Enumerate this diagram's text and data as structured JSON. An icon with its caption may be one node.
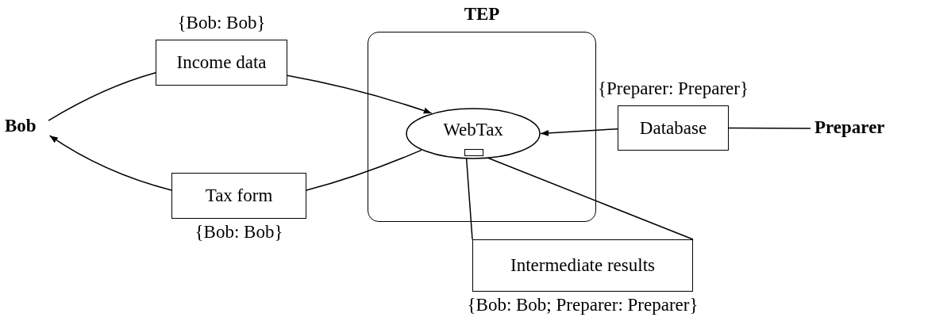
{
  "diagram": {
    "nodes": [
      {
        "text": [
          "Bob"
        ]
      },
      {
        "text": [
          "Income data"
        ],
        "beside": [
          "{Bob: Bob}"
        ]
      },
      {
        "text": [
          "TEP"
        ]
      },
      {
        "text": [
          "WebTax"
        ],
        "in": 2
      },
      {
        "text": [],
        "shape": "box",
        "in": 3
      },
      {
        "text": [
          "Database"
        ],
        "beside": [
          "{Preparer: Preparer}"
        ]
      },
      {
        "text": [
          "Preparer"
        ]
      },
      {
        "text": [
          "Tax form"
        ],
        "beside": [
          "{Bob: Bob}"
        ]
      },
      {
        "text": [
          "Intermediate results"
        ],
        "beside": [
          "{Bob: Bob; Preparer: Preparer}"
        ]
      }
    ],
    "edges": [
      {
        "from": 0,
        "to": 1,
        "arrow": "none"
      },
      {
        "from": 1,
        "to": 3,
        "arrow": "to"
      },
      {
        "from": 5,
        "to": 3,
        "arrow": "to"
      },
      {
        "from": 6,
        "to": 5,
        "arrow": "none"
      },
      {
        "from": 3,
        "to": 7,
        "arrow": "none"
      },
      {
        "from": 7,
        "to": 0,
        "arrow": "to"
      },
      {
        "from": 4,
        "to": 8,
        "arrow": "none"
      },
      {
        "from": 4,
        "to": 8,
        "arrow": "none"
      }
    ]
  }
}
